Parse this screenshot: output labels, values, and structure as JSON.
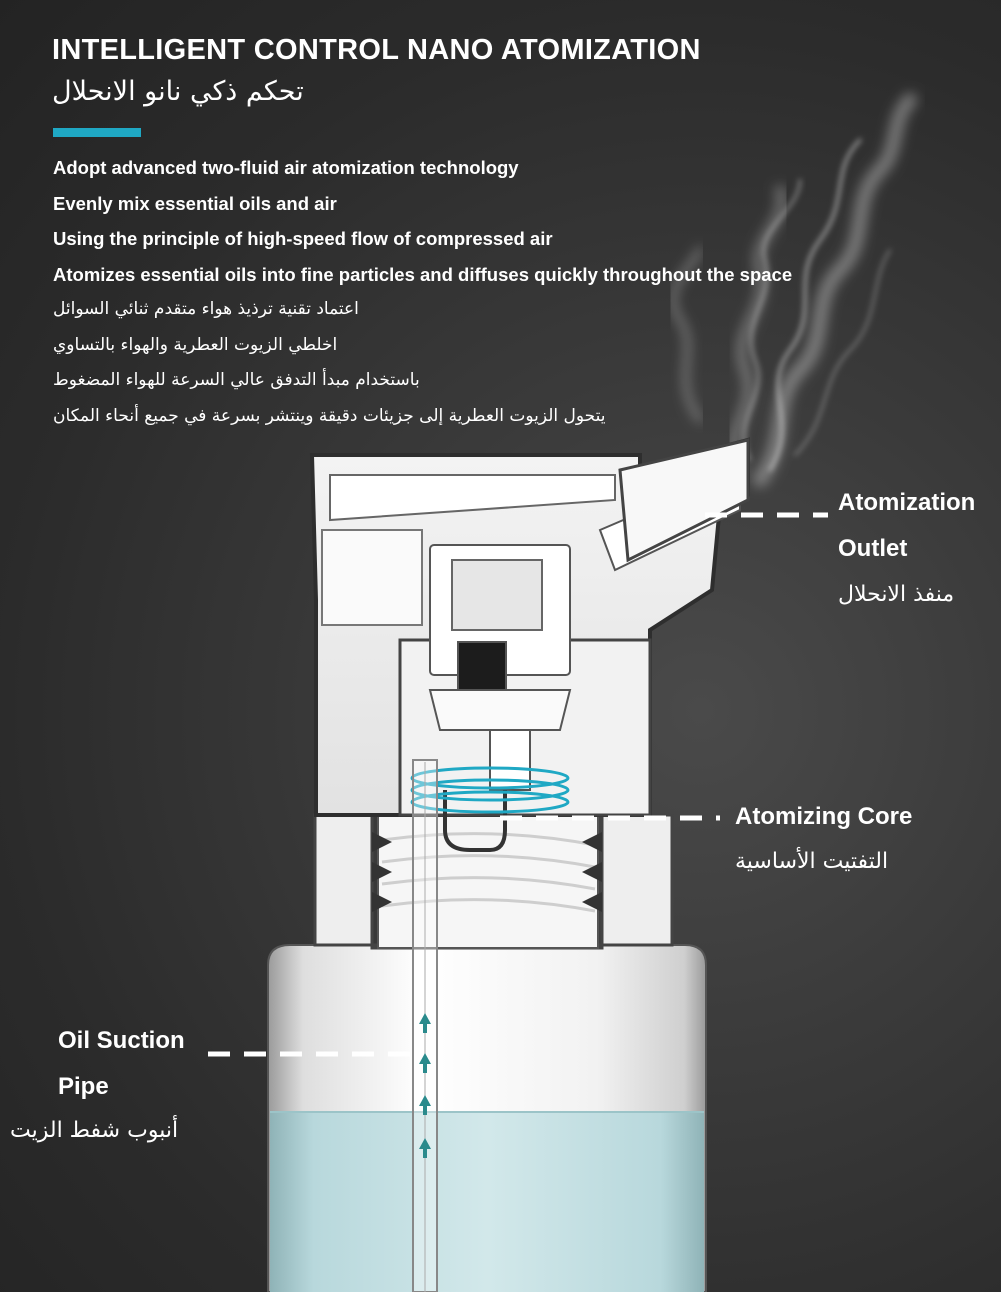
{
  "header": {
    "title": "INTELLIGENT CONTROL NANO ATOMIZATION",
    "title_ar": "تحكم ذكي نانو الانحلال"
  },
  "features": [
    "Adopt advanced two-fluid air atomization technology",
    "Evenly mix essential oils and air",
    "Using the principle of high-speed flow of compressed air",
    "Atomizes essential oils into fine particles and diffuses quickly throughout the space"
  ],
  "features_ar": [
    "اعتماد تقنية ترذيذ هواء متقدم ثنائي السوائل",
    "اخلطي الزيوت العطرية والهواء بالتساوي",
    "باستخدام مبدأ التدفق عالي السرعة للهواء المضغوط",
    "يتحول الزيوت العطرية إلى جزيئات دقيقة وينتشر بسرعة في جميع أنحاء المكان"
  ],
  "callouts": {
    "outlet": {
      "line1": "Atomization",
      "line2": "Outlet",
      "ar": "منفذ الانحلال"
    },
    "core": {
      "line1": "Atomizing Core",
      "ar": "التفتيت الأساسية"
    },
    "pipe": {
      "line1": "Oil Suction",
      "line2": "Pipe",
      "ar": "أنبوب شفط الزيت"
    }
  },
  "icons": [
    "smoke-plume",
    "flow-arrow-up"
  ],
  "colors": {
    "accent": "#1fa8c4",
    "arrow": "#2a8a8c",
    "liquid": "#b8d8dc",
    "background": "#2e2e2e"
  }
}
